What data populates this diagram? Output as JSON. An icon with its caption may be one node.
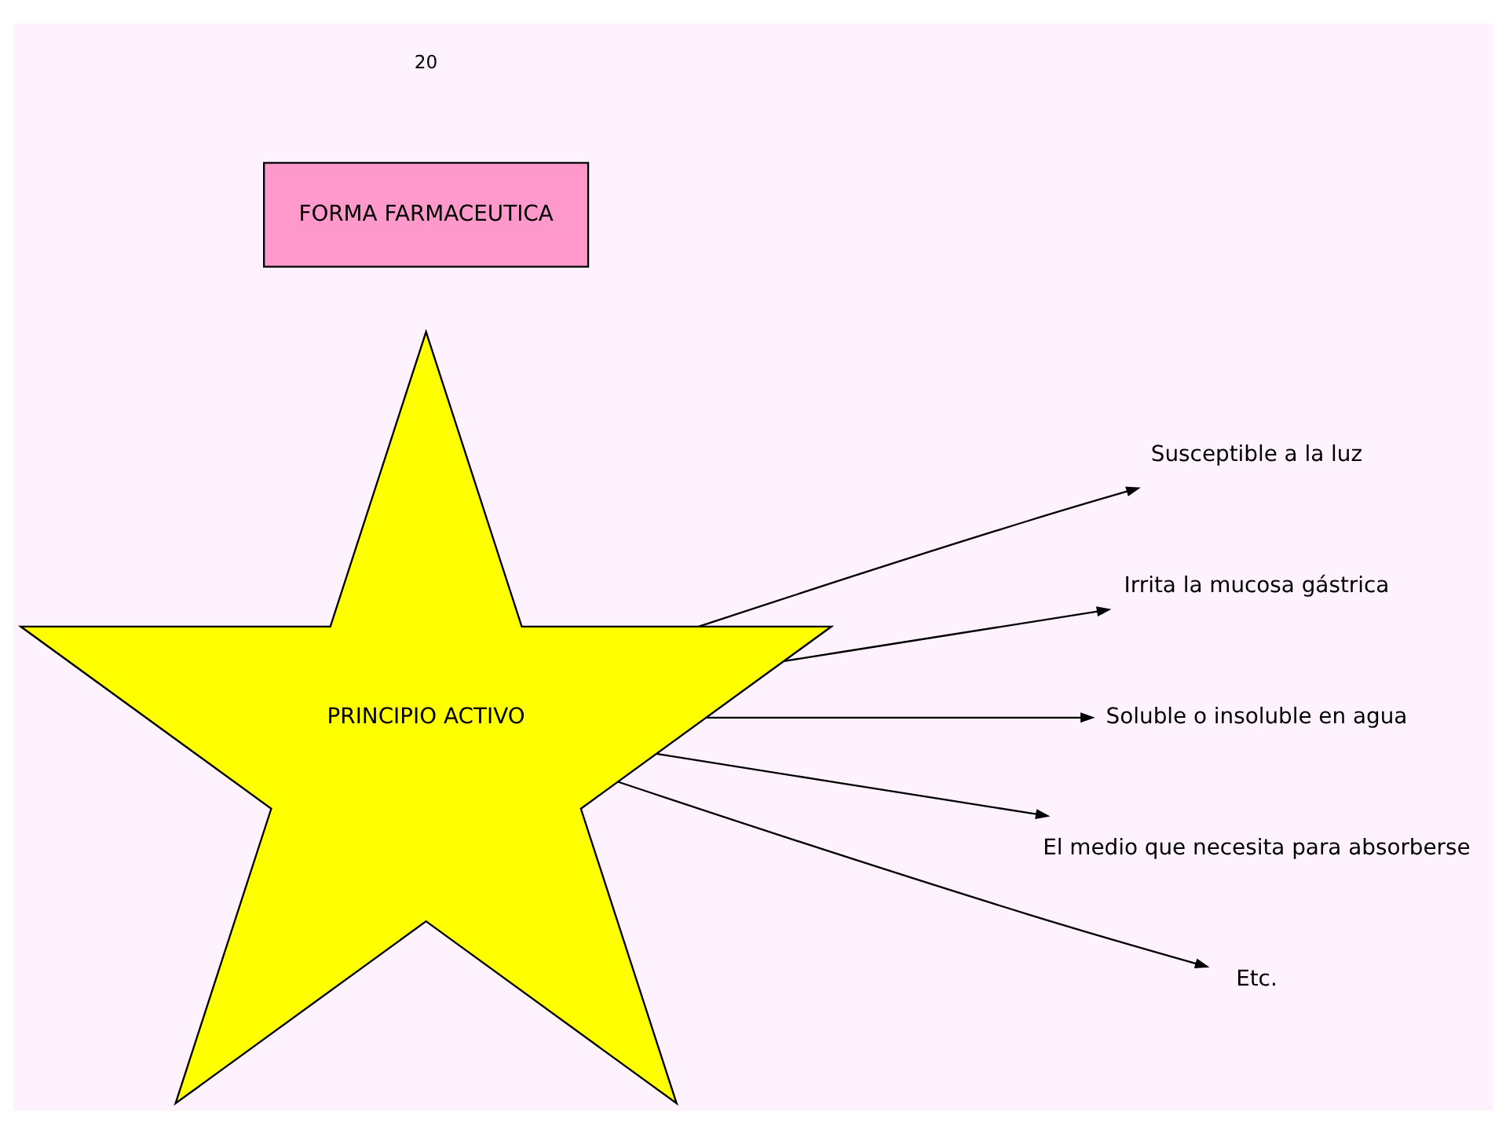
{
  "diagram": {
    "nodes": [
      {
        "text": [
          "PRINCIPIO ACTIVO"
        ]
      },
      {
        "text": [
          "Susceptible a la luz"
        ]
      },
      {
        "text": [
          "Irrita la mucosa gástrica"
        ]
      },
      {
        "text": [
          "Soluble o insoluble en agua"
        ]
      },
      {
        "text": [
          "El medio que necesita para absorberse"
        ]
      },
      {
        "text": [
          "Etc."
        ]
      },
      {
        "text": [
          "FORMA FARMACEUTICA"
        ]
      }
    ],
    "edges": [
      {
        "from": 0,
        "to": 1,
        "arrow": "to"
      },
      {
        "from": 0,
        "to": 2,
        "arrow": "to"
      },
      {
        "from": 0,
        "to": 3,
        "arrow": "to"
      },
      {
        "from": 0,
        "to": 4,
        "arrow": "to"
      },
      {
        "from": 0,
        "to": 5,
        "arrow": "to"
      }
    ],
    "labels": [
      "20"
    ]
  }
}
